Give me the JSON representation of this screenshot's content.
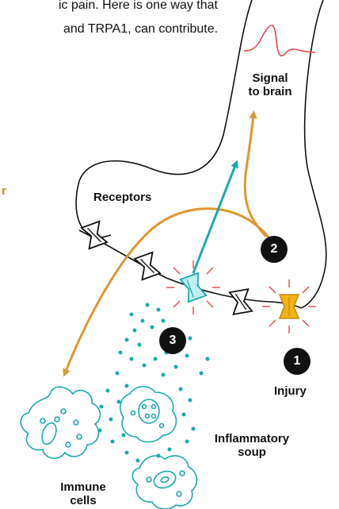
{
  "intro": {
    "line1": "ic pain. Here is one way that",
    "line2": "and TRPA1, can contribute."
  },
  "labels": {
    "signal": "Signal\nto brain",
    "receptors": "Receptors",
    "injury": "Injury",
    "inflammatory_soup": "Inflammatory\nsoup",
    "immune_cells": "Immune\ncells",
    "cut_edge_letter": "r"
  },
  "steps": [
    "1",
    "2",
    "3"
  ],
  "colors": {
    "orange": "#e0962e",
    "teal": "#1aa9b0",
    "yellow": "#f2b413",
    "red": "#e8484a",
    "ink": "#111111"
  }
}
